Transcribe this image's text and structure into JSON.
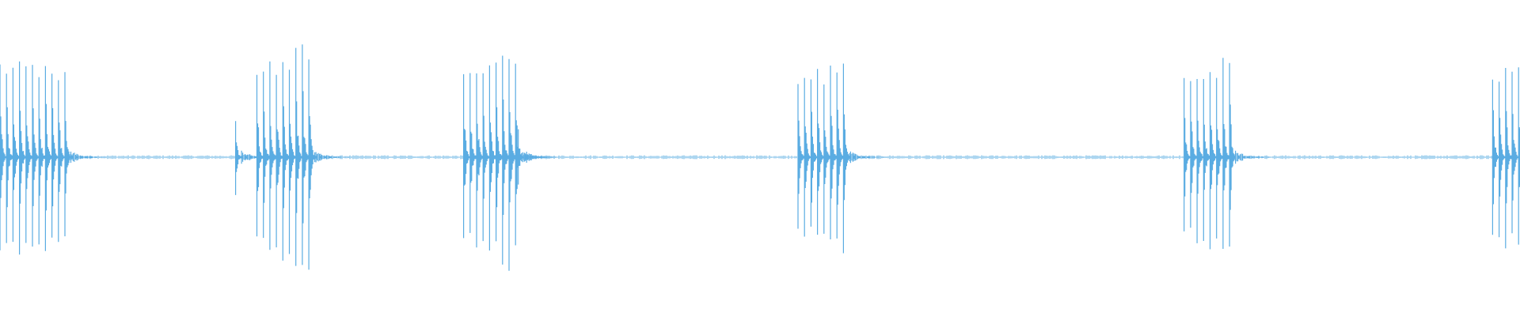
{
  "waveform": {
    "color": "#5aace2",
    "background": "#ffffff",
    "baseline_amplitude": 0.012,
    "bursts": [
      {
        "start": 0.0,
        "peaks": [
          0.62,
          0.6,
          0.58,
          0.64,
          0.58,
          0.6,
          0.56,
          0.61,
          0.58,
          0.55,
          0.58
        ]
      },
      {
        "start": 0.155,
        "peaks": [
          0.25
        ]
      },
      {
        "start": 0.169,
        "peaks": [
          0.58,
          0.55,
          0.63,
          0.6,
          0.66,
          0.62,
          0.74,
          0.77,
          0.72
        ]
      },
      {
        "start": 0.305,
        "peaks": [
          0.6,
          0.55,
          0.62,
          0.58,
          0.64,
          0.6,
          0.69,
          0.72,
          0.62
        ]
      },
      {
        "start": 0.341,
        "peaks": [
          0.18
        ]
      },
      {
        "start": 0.525,
        "peaks": [
          0.48,
          0.52,
          0.5,
          0.57,
          0.54,
          0.6,
          0.57,
          0.65
        ]
      },
      {
        "start": 0.779,
        "peaks": [
          0.52,
          0.5,
          0.56,
          0.54,
          0.6,
          0.58,
          0.64,
          0.66
        ]
      },
      {
        "start": 0.982,
        "peaks": [
          0.55,
          0.52,
          0.58,
          0.56,
          0.62,
          0.6
        ]
      }
    ]
  }
}
